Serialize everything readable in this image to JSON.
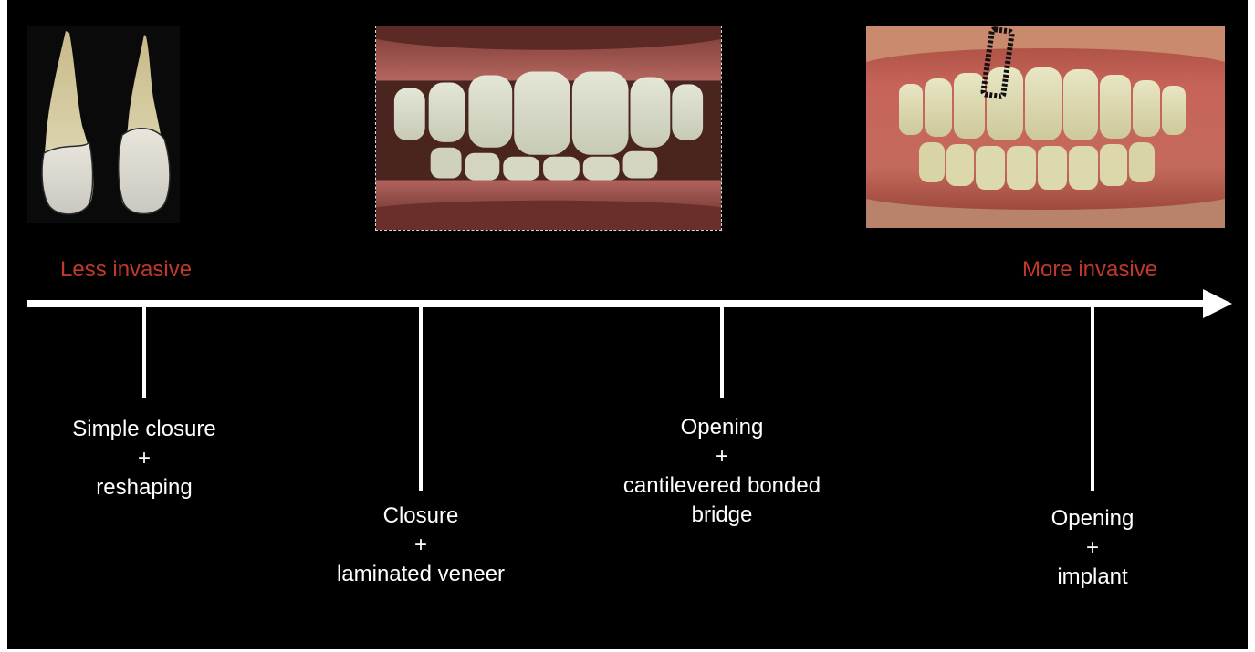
{
  "scale": {
    "left_label": "Less invasive",
    "right_label": "More invasive",
    "label_color": "#c0392b",
    "axis_color": "#ffffff"
  },
  "options": [
    {
      "line1": "Simple closure",
      "line2": "+",
      "line3": "reshaping"
    },
    {
      "line1": "Closure",
      "line2": "+",
      "line3": "laminated veneer"
    },
    {
      "line1": "Opening",
      "line2": "+",
      "line3": "cantilevered bonded",
      "line4": "bridge"
    },
    {
      "line1": "Opening",
      "line2": "+",
      "line3": "implant"
    }
  ],
  "images": [
    {
      "name": "extracted-incisors-photo"
    },
    {
      "name": "veneer-smile-photo"
    },
    {
      "name": "implant-smile-photo"
    }
  ]
}
